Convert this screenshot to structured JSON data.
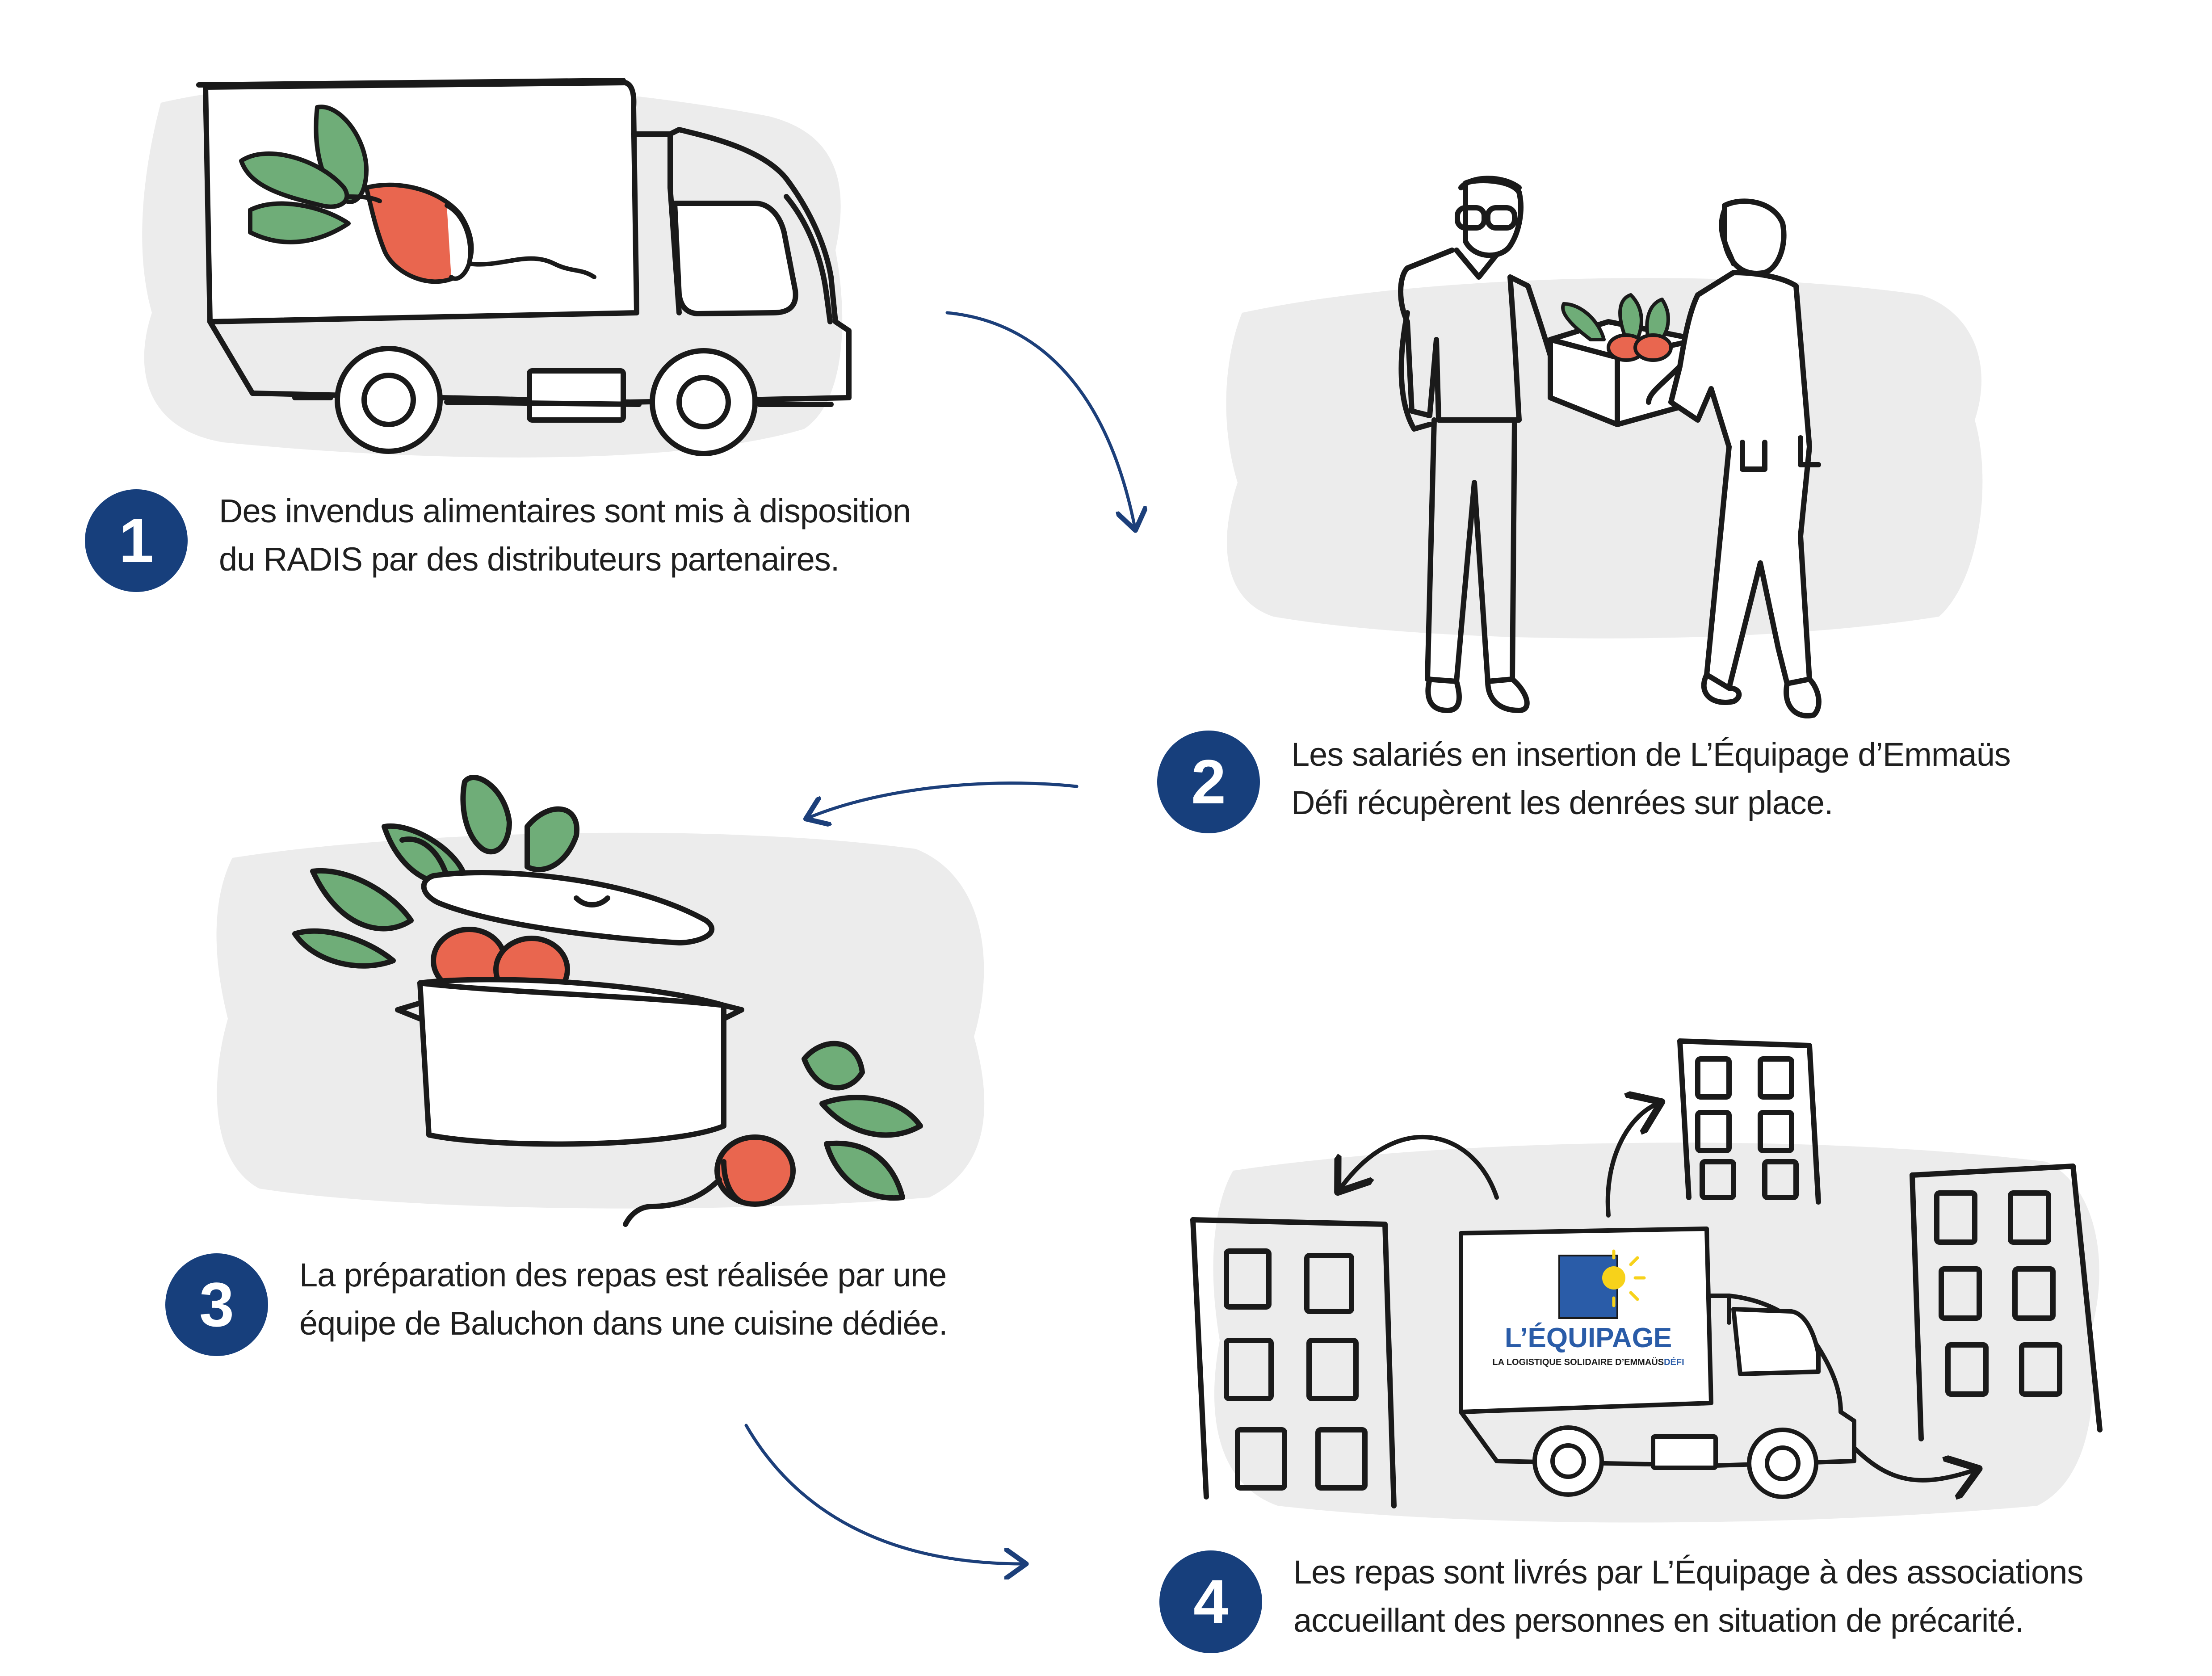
{
  "steps": [
    {
      "number": "1",
      "lines": [
        "Des invendus alimentaires sont mis à disposition",
        "du RADIS par des distributeurs partenaires."
      ]
    },
    {
      "number": "2",
      "lines": [
        "Les salariés en insertion de L’Équipage d’Emmaüs",
        "Défi récupèrent les denrées sur place."
      ]
    },
    {
      "number": "3",
      "lines": [
        "La préparation des repas est réalisée par une",
        "équipe de Baluchon dans une cuisine dédiée."
      ]
    },
    {
      "number": "4",
      "lines": [
        "Les repas sont livrés par L’Équipage à des associations",
        "accueillant des personnes en situation de précarité."
      ]
    }
  ],
  "truck_logo": {
    "name": "L’ÉQUIPAGE",
    "tagline_prefix": "LA LOGISTIQUE SOLIDAIRE D’EMMAÜS",
    "tagline_suffix": "DÉFI"
  },
  "colors": {
    "badge": "#173f7c",
    "arrow": "#1c3f7a",
    "radish": "#e9664f",
    "leaf": "#6fad78",
    "leaf_dark": "#5a9a64",
    "ink": "#1a1a1a",
    "smudge": "#ececec",
    "logo_blue": "#2a5ca8",
    "logo_sun": "#f7d21a"
  },
  "icons": [
    "delivery-truck-icon",
    "radish-icon",
    "people-exchange-icon",
    "crate-icon",
    "cooking-pot-icon",
    "building-icon",
    "logo-truck-icon",
    "arrow-icon"
  ]
}
